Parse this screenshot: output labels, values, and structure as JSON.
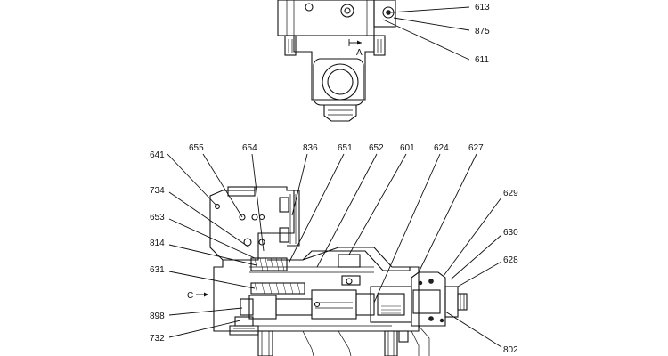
{
  "view_labels": {
    "section_a": "A",
    "section_c": "C"
  },
  "callouts": [
    {
      "id": "613",
      "text": "613"
    },
    {
      "id": "875",
      "text": "875"
    },
    {
      "id": "611",
      "text": "611"
    },
    {
      "id": "641",
      "text": "641"
    },
    {
      "id": "655",
      "text": "655"
    },
    {
      "id": "654",
      "text": "654"
    },
    {
      "id": "836",
      "text": "836"
    },
    {
      "id": "651",
      "text": "651"
    },
    {
      "id": "652",
      "text": "652"
    },
    {
      "id": "601",
      "text": "601"
    },
    {
      "id": "624",
      "text": "624"
    },
    {
      "id": "627",
      "text": "627"
    },
    {
      "id": "734",
      "text": "734"
    },
    {
      "id": "653",
      "text": "653"
    },
    {
      "id": "814",
      "text": "814"
    },
    {
      "id": "631",
      "text": "631"
    },
    {
      "id": "898",
      "text": "898"
    },
    {
      "id": "732",
      "text": "732"
    },
    {
      "id": "629",
      "text": "629"
    },
    {
      "id": "630",
      "text": "630"
    },
    {
      "id": "628",
      "text": "628"
    },
    {
      "id": "802",
      "text": "802"
    }
  ]
}
